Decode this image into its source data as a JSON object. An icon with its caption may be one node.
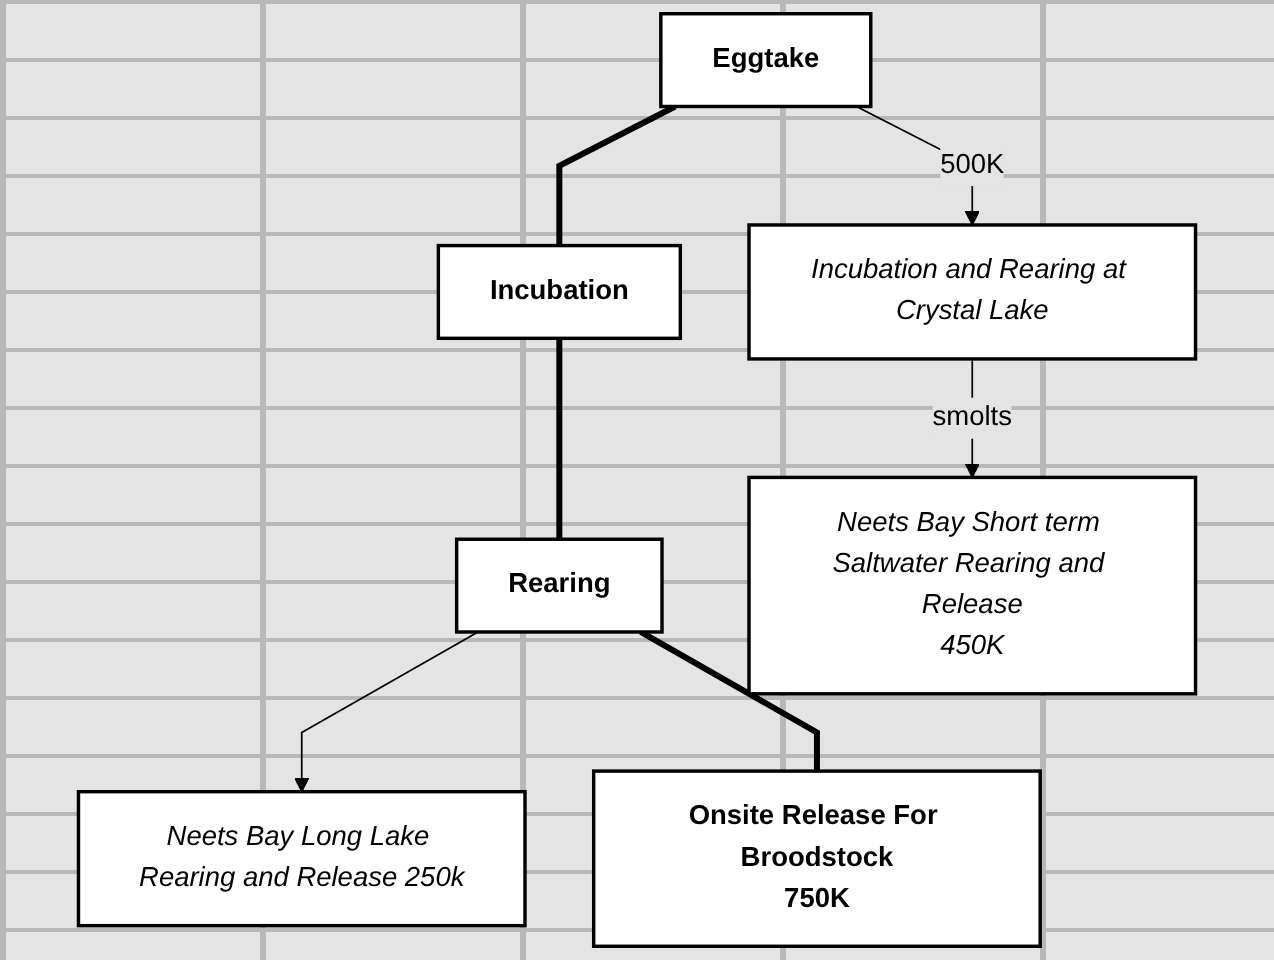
{
  "diagram": {
    "nodes": [
      {
        "text": [
          "Eggtake"
        ]
      },
      {
        "text": [
          "Incubation and Rearing at Crystal Lake"
        ]
      },
      {
        "text": [
          "Incubation"
        ]
      },
      {
        "text": [
          "Rearing"
        ]
      },
      {
        "text": [
          "Neets Bay Long Lake Rearing and Release 250k"
        ]
      },
      {
        "text": [
          "Neets Bay Short term Saltwater Rearing and Release",
          "450K"
        ]
      },
      {
        "text": [
          "Onsite Release For Broodstock",
          "750K"
        ]
      }
    ],
    "edges": [
      {
        "from": 0,
        "to": 1,
        "arrow": "to",
        "label": "500K"
      },
      {
        "from": 0,
        "to": 2,
        "arrow": "none",
        "style": "thick"
      },
      {
        "from": 2,
        "to": 3,
        "arrow": "none",
        "style": "thick"
      },
      {
        "from": 3,
        "to": 4,
        "arrow": "to"
      },
      {
        "from": 1,
        "to": 5,
        "arrow": "to",
        "label": "smolts"
      },
      {
        "from": 3,
        "to": 6,
        "arrow": "none",
        "style": "thick"
      }
    ]
  }
}
